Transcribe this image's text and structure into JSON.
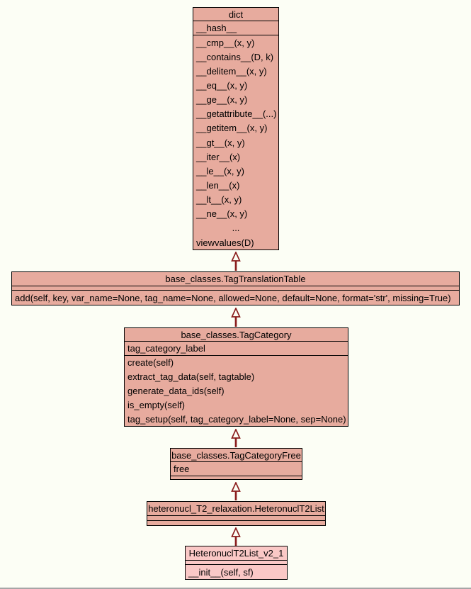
{
  "theme": {
    "page_bg": "#fcfef5",
    "box_fill": "#e7ab9e",
    "box_fill_light": "#fac8c6",
    "border": "#000000",
    "arrow": "#8b1e1e",
    "bottom_line": "#a6a6a6",
    "text": "#000000"
  },
  "diagram": {
    "type": "uml-class-inheritance"
  },
  "classes": [
    {
      "name": "dict",
      "attributes": [
        "__hash__"
      ],
      "methods": [
        "__cmp__(x, y)",
        "__contains__(D, k)",
        "__delitem__(x, y)",
        "__eq__(x, y)",
        "__ge__(x, y)",
        "__getattribute__(...)",
        "__getitem__(x, y)",
        "__gt__(x, y)",
        "__iter__(x)",
        "__le__(x, y)",
        "__len__(x)",
        "__lt__(x, y)",
        "__ne__(x, y)",
        "...",
        "viewvalues(D)"
      ]
    },
    {
      "name": "base_classes.TagTranslationTable",
      "attributes": [],
      "methods": [
        "add(self, key, var_name=None, tag_name=None, allowed=None, default=None, format='str', missing=True)"
      ]
    },
    {
      "name": "base_classes.TagCategory",
      "attributes": [
        "tag_category_label"
      ],
      "methods": [
        "create(self)",
        "extract_tag_data(self, tagtable)",
        "generate_data_ids(self)",
        "is_empty(self)",
        "tag_setup(self, tag_category_label=None, sep=None)"
      ]
    },
    {
      "name": "base_classes.TagCategoryFree",
      "attributes": [
        "free"
      ],
      "methods": []
    },
    {
      "name": "heteronucl_T2_relaxation.HeteronuclT2List",
      "attributes": [],
      "methods": []
    },
    {
      "name": "HeteronuclT2List_v2_1",
      "attributes": [],
      "methods": [
        "__init__(self, sf)"
      ],
      "highlighted": true
    }
  ],
  "relationships": [
    {
      "type": "inheritance",
      "from": "base_classes.TagTranslationTable",
      "to": "dict"
    },
    {
      "type": "inheritance",
      "from": "base_classes.TagCategory",
      "to": "base_classes.TagTranslationTable"
    },
    {
      "type": "inheritance",
      "from": "base_classes.TagCategoryFree",
      "to": "base_classes.TagCategory"
    },
    {
      "type": "inheritance",
      "from": "heteronucl_T2_relaxation.HeteronuclT2List",
      "to": "base_classes.TagCategoryFree"
    },
    {
      "type": "inheritance",
      "from": "HeteronuclT2List_v2_1",
      "to": "heteronucl_T2_relaxation.HeteronuclT2List"
    }
  ]
}
